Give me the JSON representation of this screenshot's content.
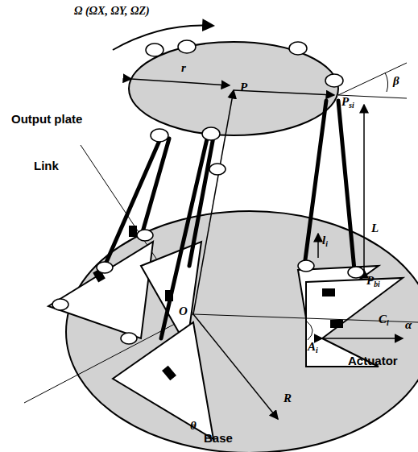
{
  "diagram": {
    "labels": [
      "Ω (ΩX, ΩY, ΩZ)",
      "β",
      "r",
      "P",
      "Psi",
      "Output plate",
      "Link",
      "li",
      "L",
      "Pbi",
      "Ci",
      "α",
      "Ai",
      "O",
      "Actuator",
      "R",
      "θ",
      "Base"
    ]
  }
}
